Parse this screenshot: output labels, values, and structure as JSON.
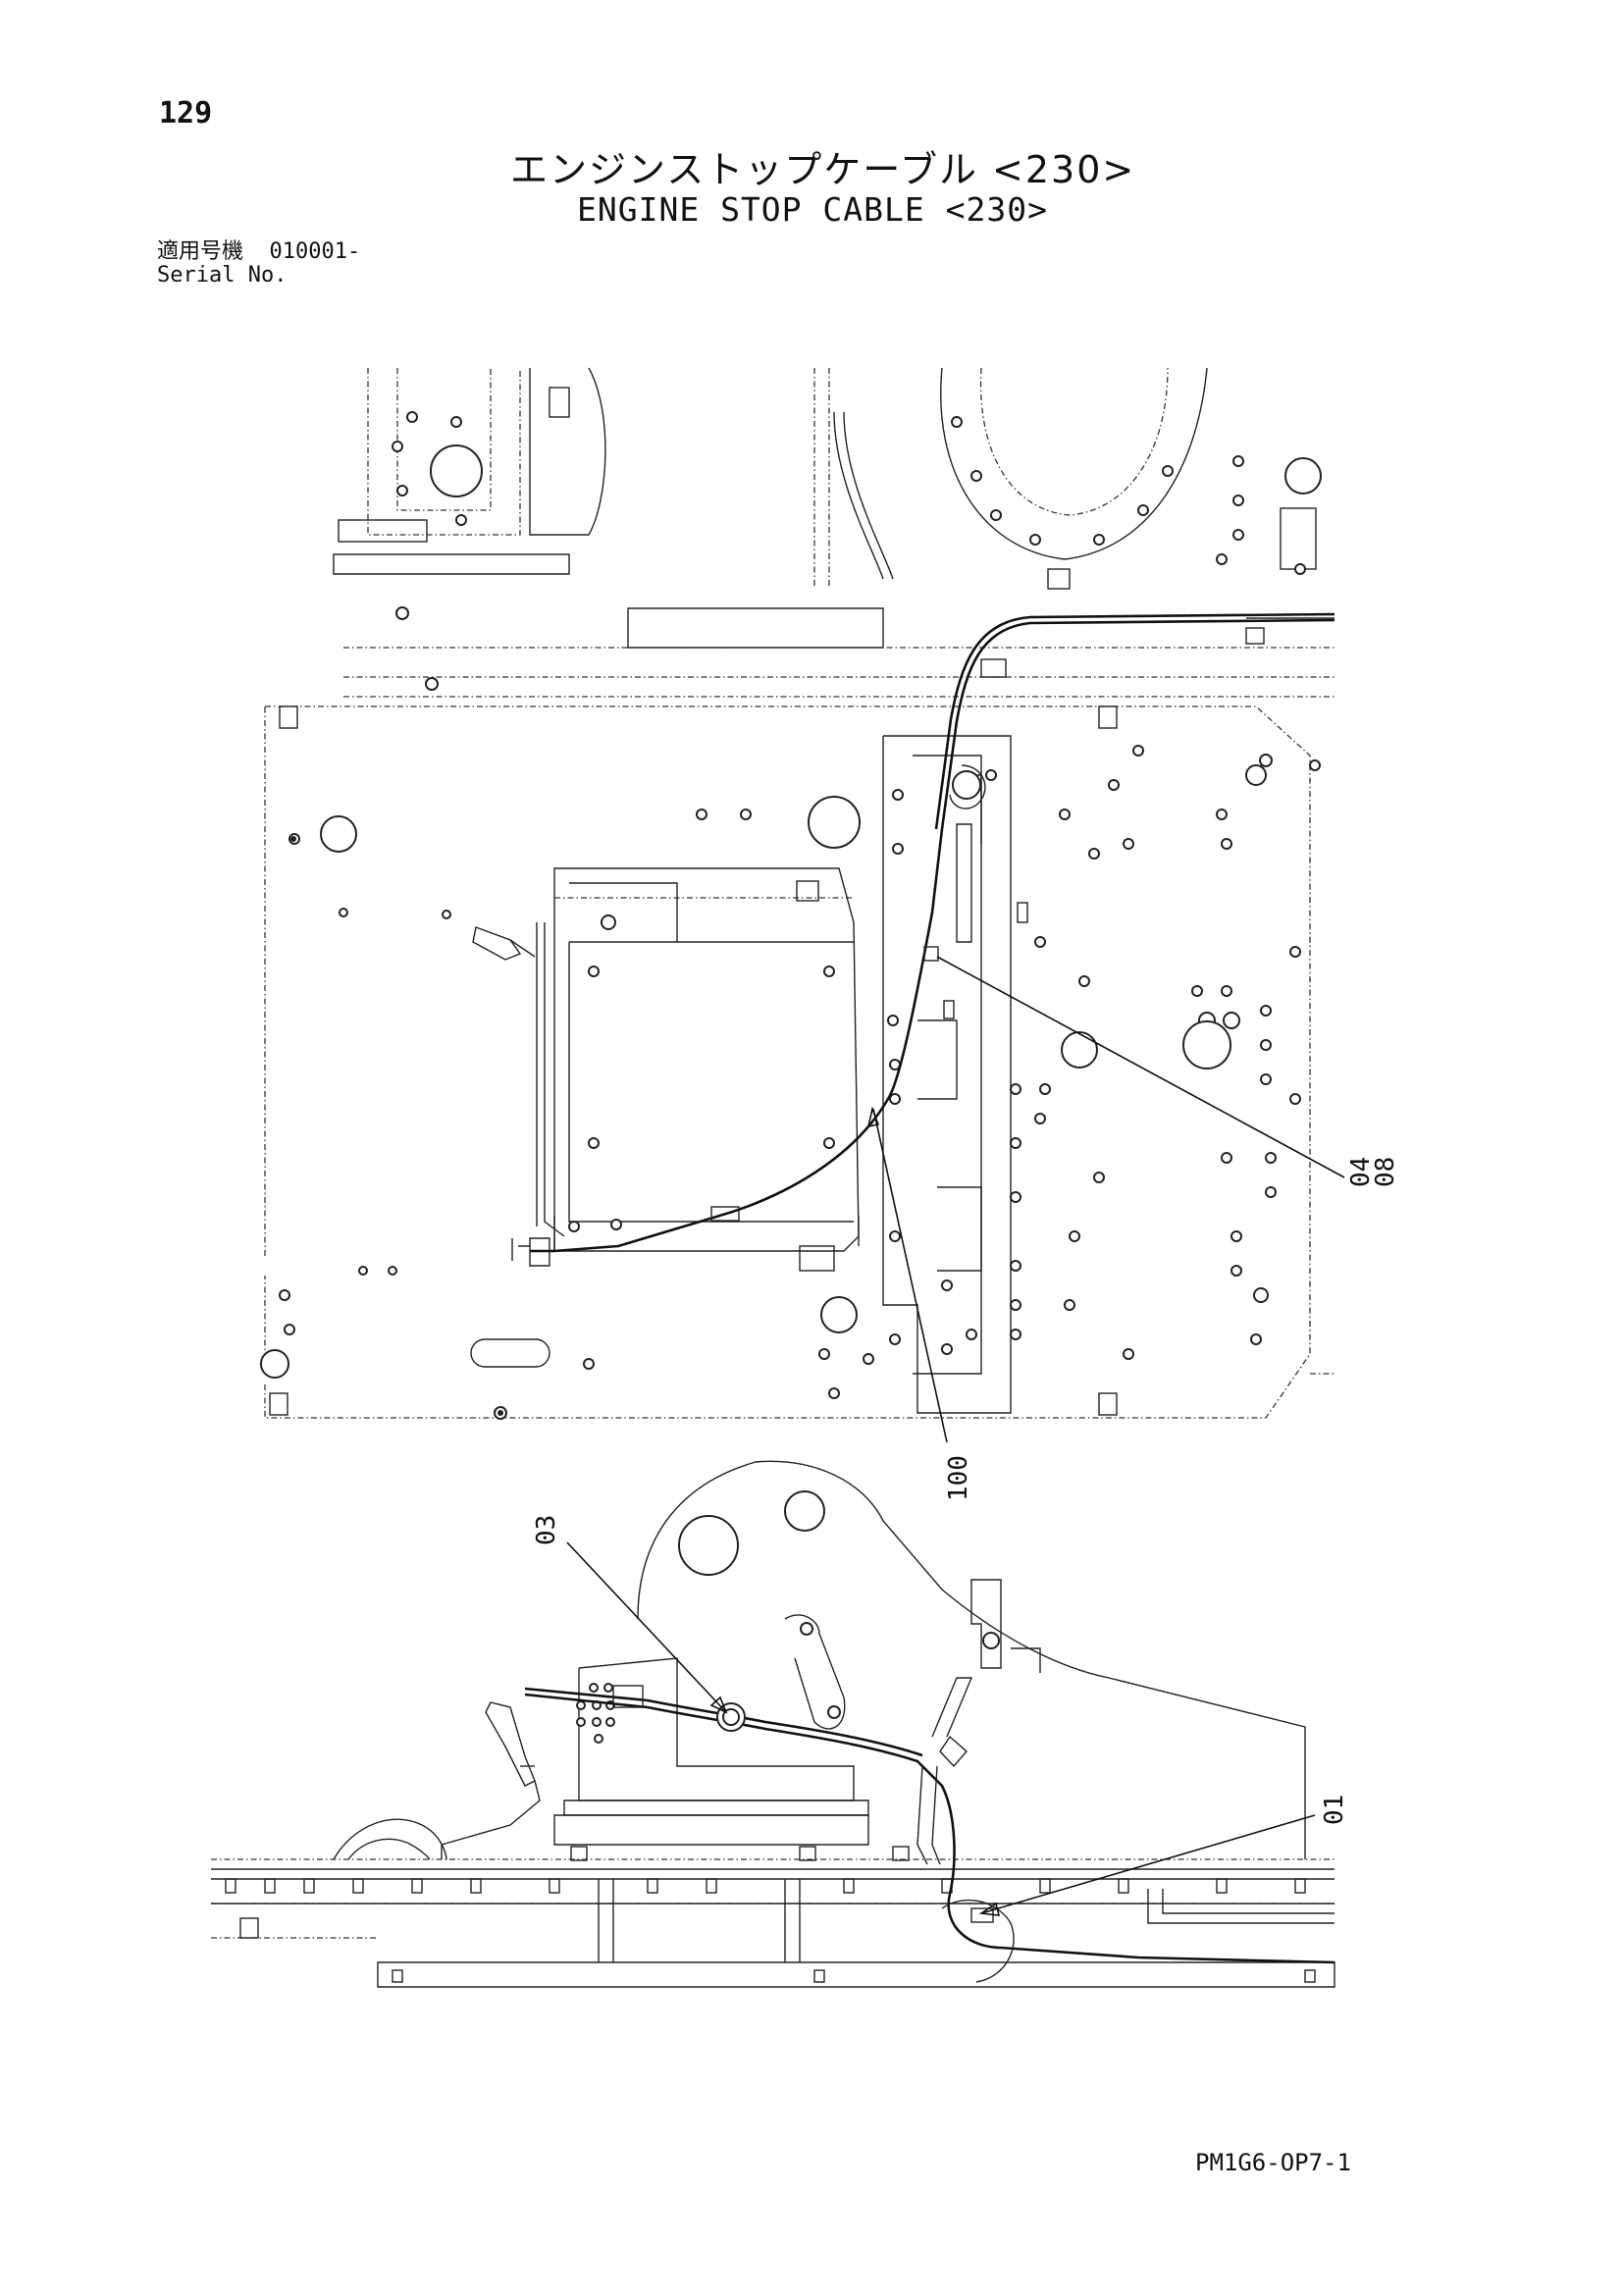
{
  "page": {
    "number": "129",
    "title_jp": "エンジンストップケーブル <230>",
    "title_en": "ENGINE STOP CABLE <230>",
    "serial_label_jp": "適用号機",
    "serial_value": "010001-",
    "serial_label_en": "Serial No.",
    "drawing_id": "PM1G6-OP7-1"
  },
  "callouts": {
    "c04": "04",
    "c08": "08",
    "c100": "100",
    "c03": "03",
    "c01": "01"
  }
}
